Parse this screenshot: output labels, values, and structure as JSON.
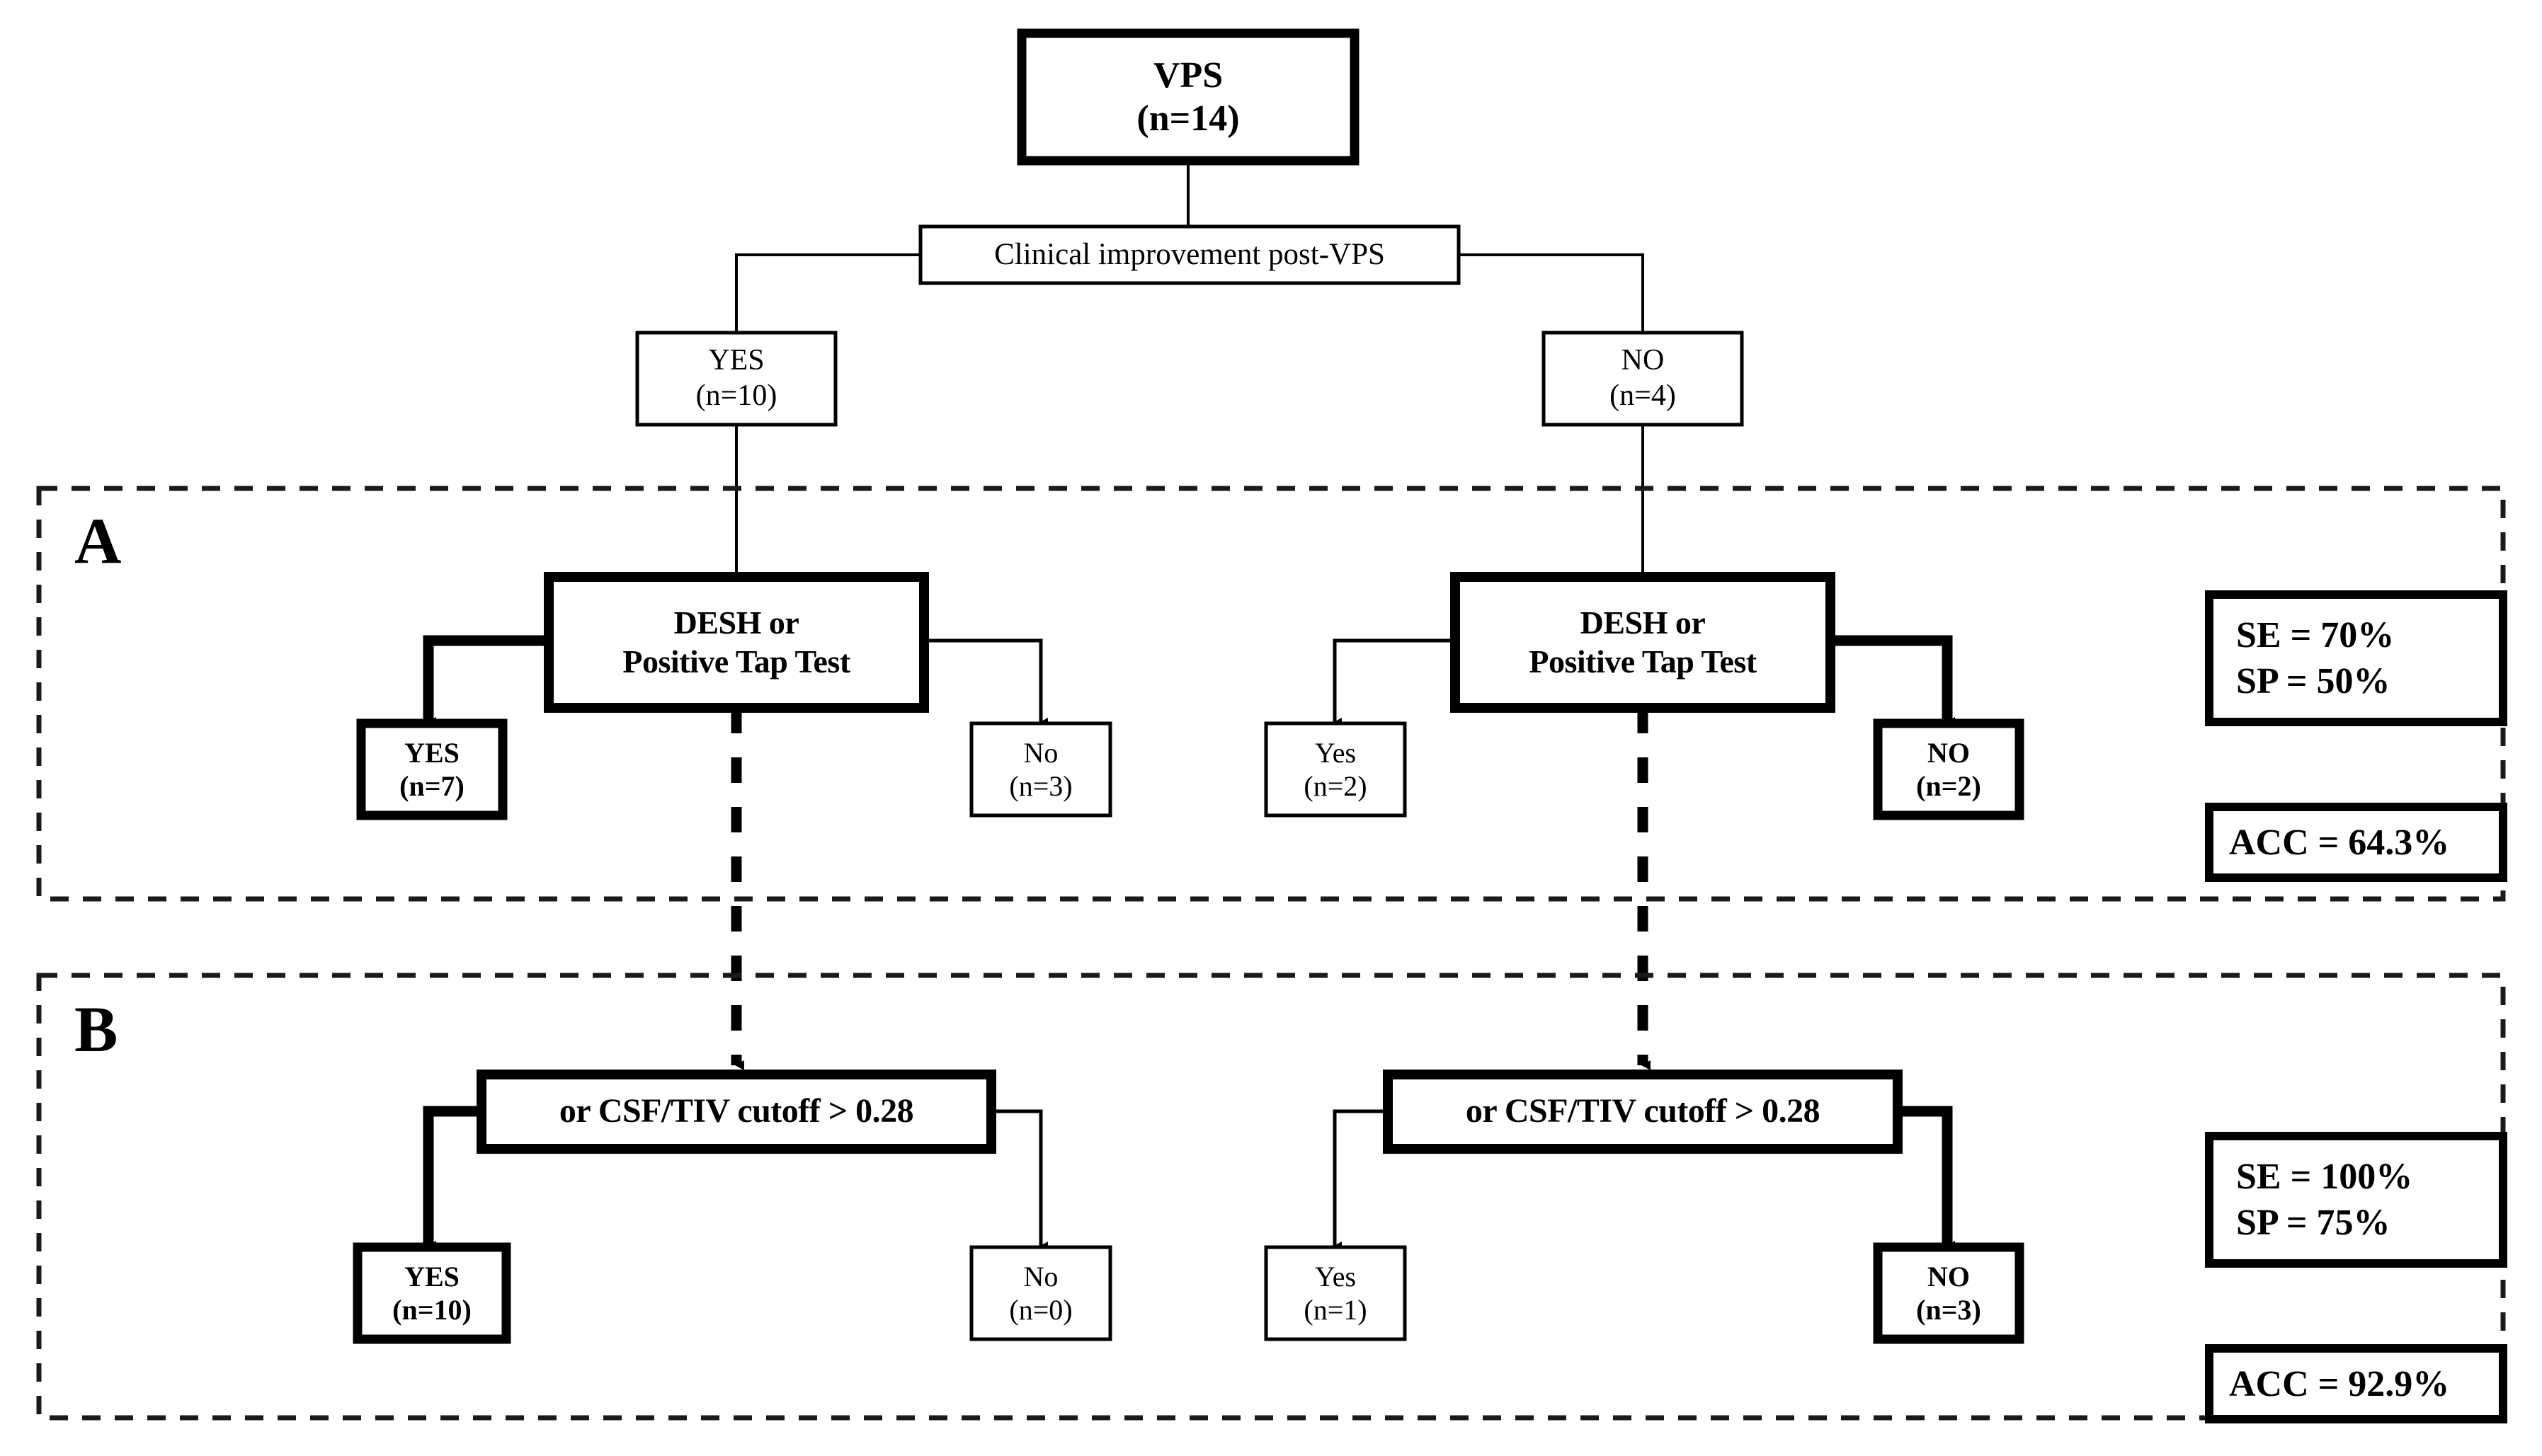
{
  "diagram": {
    "type": "flowchart",
    "title_node": {
      "line1": "VPS",
      "line2": "(n=14)"
    },
    "question_node": {
      "label": "Clinical improvement post-VPS"
    },
    "branch_yes": {
      "line1": "YES",
      "line2": "(n=10)"
    },
    "branch_no": {
      "line1": "NO",
      "line2": "(n=4)"
    },
    "panels": [
      {
        "letter": "A",
        "decision_left": {
          "line1": "DESH or",
          "line2": "Positive Tap Test"
        },
        "decision_right": {
          "line1": "DESH or",
          "line2": "Positive Tap Test"
        },
        "outcomes": [
          {
            "line1": "YES",
            "line2": "(n=7)",
            "emphasis": "bold"
          },
          {
            "line1": "No",
            "line2": "(n=3)",
            "emphasis": "normal"
          },
          {
            "line1": "Yes",
            "line2": "(n=2)",
            "emphasis": "normal"
          },
          {
            "line1": "NO",
            "line2": "(n=2)",
            "emphasis": "bold"
          }
        ],
        "metrics": {
          "sensitivity": "SE = 70%",
          "specificity": "SP = 50%",
          "accuracy": "ACC = 64.3%"
        }
      },
      {
        "letter": "B",
        "decision_left": {
          "line1": "or CSF/TIV cutoff > 0.28",
          "line2": ""
        },
        "decision_right": {
          "line1": "or CSF/TIV cutoff > 0.28",
          "line2": ""
        },
        "outcomes": [
          {
            "line1": "YES",
            "line2": "(n=10)",
            "emphasis": "bold"
          },
          {
            "line1": "No",
            "line2": "(n=0)",
            "emphasis": "normal"
          },
          {
            "line1": "Yes",
            "line2": "(n=1)",
            "emphasis": "normal"
          },
          {
            "line1": "NO",
            "line2": "(n=3)",
            "emphasis": "bold"
          }
        ],
        "metrics": {
          "sensitivity": "SE = 100%",
          "specificity": "SP = 75%",
          "accuracy": "ACC = 92.9%"
        }
      }
    ],
    "colors": {
      "stroke": "#000000",
      "background": "#ffffff",
      "panel_border": "#1a1a1a"
    }
  }
}
